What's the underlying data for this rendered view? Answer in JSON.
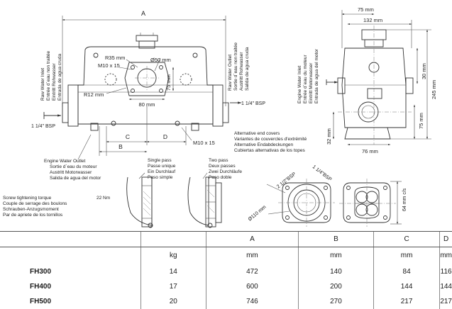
{
  "diagram": {
    "dim_A": "A",
    "dim_B": "B",
    "dim_C": "C",
    "dim_D": "D",
    "dim_r35": "R35 mm",
    "dim_phi50": "Ø50 mm",
    "dim_m10x15_top": "M10 x 15",
    "dim_r12": "R12 mm",
    "dim_80": "80 mm",
    "dim_75": "75 mm",
    "dim_m10x15_bottom": "M10 x 15",
    "raw_water_inlet": [
      "Raw Water Inlet",
      "Entrée d´eau non traitée",
      "Eintritt Rohwasser",
      "Entrada de agua cruda"
    ],
    "raw_water_outlet": [
      "Raw Water Outlet",
      "Sortie d´eau non traitée",
      "Austritt Rohwasser",
      "Salida de agua cruda"
    ],
    "engine_water_inlet": [
      "Engine Water Inlet",
      "Entrée d´eau du moteur",
      "Eintritt Motorwasser",
      "Entrada de agua del motor"
    ],
    "engine_water_outlet": [
      "Engine Water Outlet",
      "Sortie d´eau du moteur",
      "Austritt Motorwasser",
      "Salida de agua del motor"
    ],
    "bsp_left": "1 1/4\" BSP",
    "bsp_right": "1 1/4\" BSP",
    "side_75": "75 mm",
    "side_132": "132 mm",
    "side_30": "30 mm",
    "side_245": "245 mm",
    "side_75b": "75 mm",
    "side_32": "32 mm",
    "side_76": "76 mm",
    "alt_end_covers": [
      "Alternative end covers",
      "Variantes de couvercles d'extrémité",
      "Alternative Endabdeckungen",
      "Cubiertas alternativas de los topes"
    ],
    "single_pass": [
      "Single pass",
      "Passe unique",
      "Ein Durchlauf",
      "Paso simple"
    ],
    "two_pass": [
      "Two pass",
      "Deux passes",
      "Zwei Durchläufe",
      "Paso doble"
    ],
    "screw_torque": [
      "Screw tightening torque",
      "Couple de serrage des boulons",
      "Schrauben-Anzugsmoment",
      "Par de apriete de los tornillos"
    ],
    "torque_value": "22 Nm",
    "cover_bsp_left": "2 1/2\"BSP",
    "cover_bsp_right": "1 1/4\"BSP",
    "cover_64": "64 mm c/s",
    "cover_phi110": "Ø110 mm"
  },
  "table": {
    "columns": [
      "",
      "A",
      "B",
      "C",
      "D"
    ],
    "units": [
      "kg",
      "mm",
      "mm",
      "mm",
      "mm"
    ],
    "rows": [
      {
        "model": "FH300",
        "kg": "14",
        "A": "472",
        "B": "140",
        "C": "84",
        "D": "116"
      },
      {
        "model": "FH400",
        "kg": "17",
        "A": "600",
        "B": "200",
        "C": "144",
        "D": "144"
      },
      {
        "model": "FH500",
        "kg": "20",
        "A": "746",
        "B": "270",
        "C": "217",
        "D": "217"
      }
    ]
  }
}
